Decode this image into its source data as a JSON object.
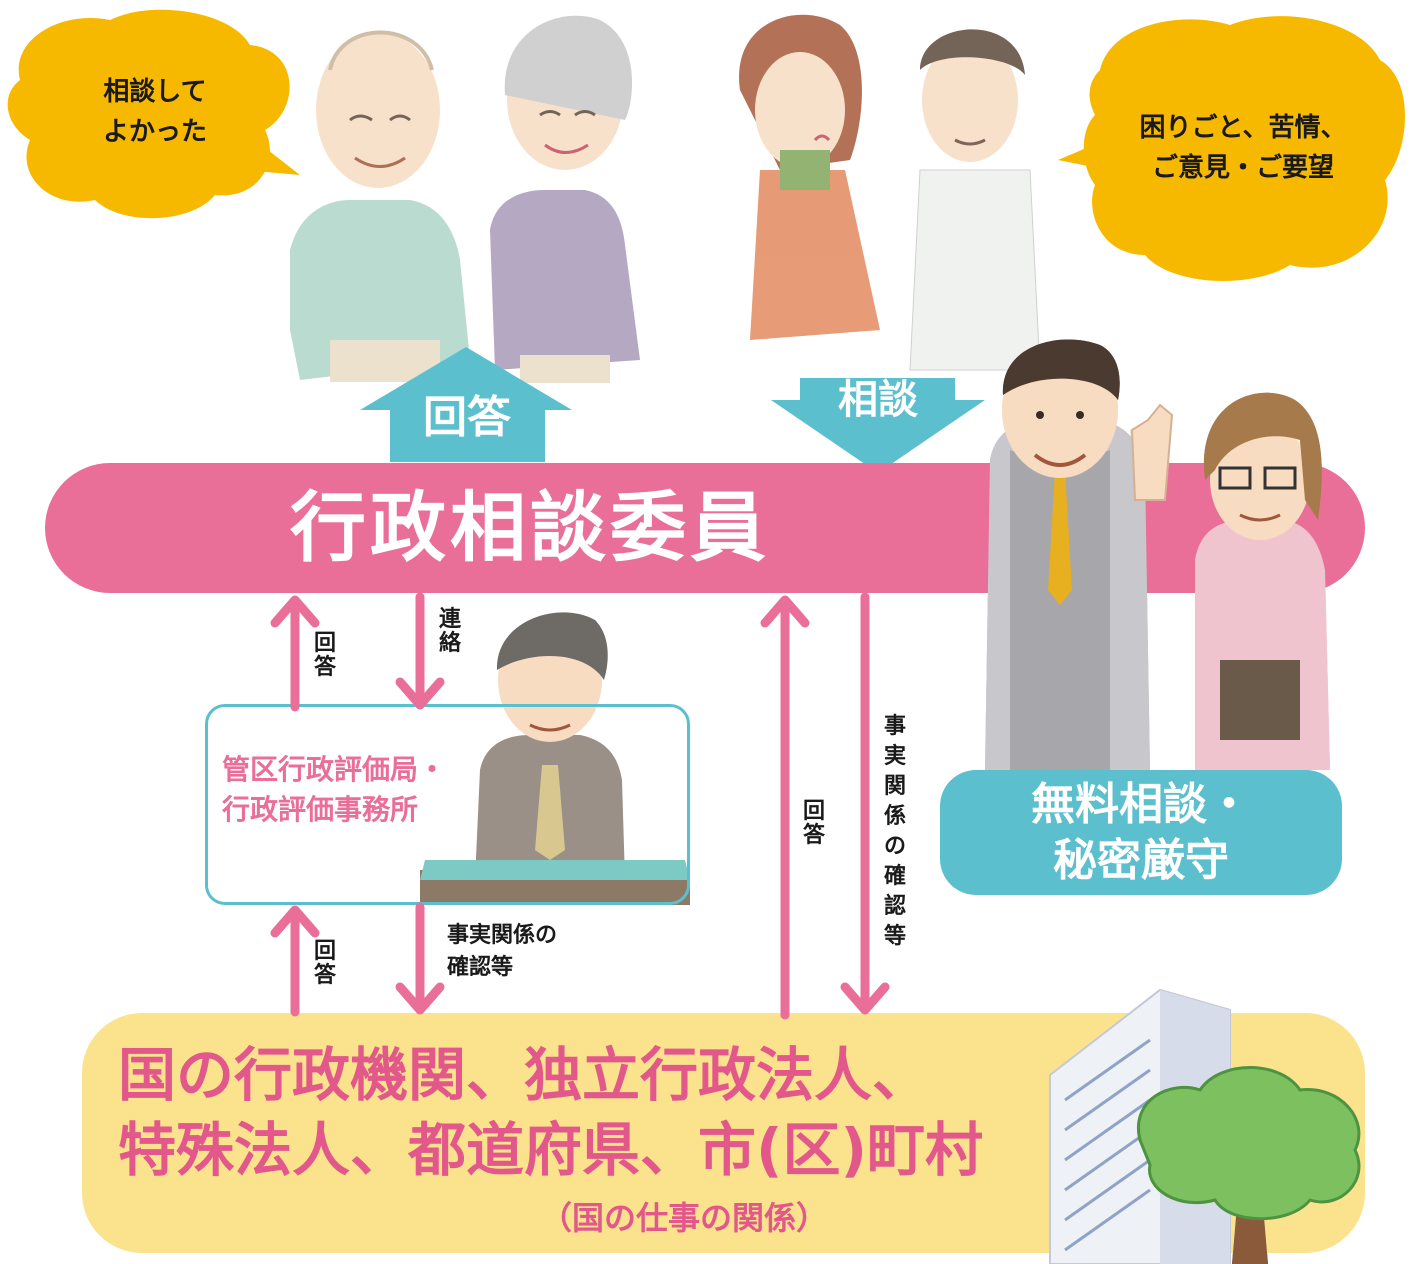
{
  "bubbles": {
    "left_text": "相談して\nよかった",
    "right_text": "困りごと、苦情、\nご意見・ご要望"
  },
  "big_arrows": {
    "answer_label": "回答",
    "consult_label": "相談"
  },
  "committee": {
    "label": "行政相談委員"
  },
  "bureau": {
    "label_line1": "管区行政評価局・",
    "label_line2": "行政評価事務所"
  },
  "free_badge": {
    "line1": "無料相談・",
    "line2": "秘密厳守"
  },
  "flow_labels": {
    "reply_left_top": "回\n答",
    "contact": "連\n絡",
    "reply_left_bottom": "回\n答",
    "fact_check_mid": "事実関係の\n確認等",
    "reply_right": "回\n答",
    "fact_check_right": "事\n実\n関\n係\nの\n確\n認\n等"
  },
  "agencies": {
    "line1": "国の行政機関、独立行政法人、",
    "line2": "特殊法人、都道府県、市(区)町村",
    "note": "（国の仕事の関係）"
  },
  "colors": {
    "pink": "#e96f98",
    "teal": "#5bbfce",
    "yellow_bubble": "#f7b900",
    "yellow_box": "#fbe38e",
    "agency_text": "#e2588a"
  }
}
